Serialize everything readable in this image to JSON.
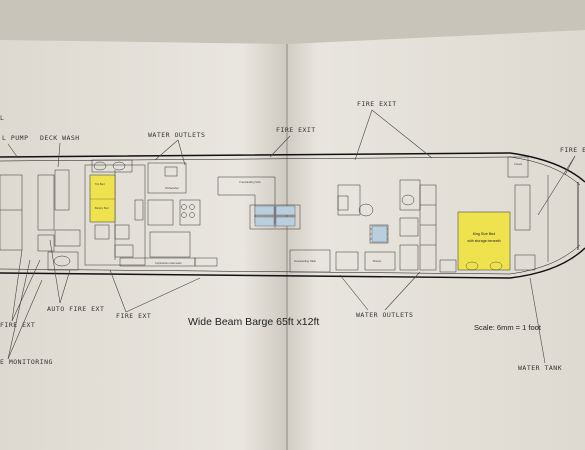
{
  "title": "Wide Beam Barge 65ft x12ft",
  "scale": "Scale: 6mm = 1 foot",
  "plan": {
    "top_bed": "Top Bed",
    "bottom_bed": "Bottom Bed",
    "king_bed": "King Size Bed",
    "king_bed_storage": "with storage beneath",
    "sofa": "Freestanding Sofa",
    "table": "Freestanding Table",
    "shower": "Shower",
    "chest": "Chests",
    "appliance": "Dishwasher",
    "cupboards": "Cupboards underneath"
  },
  "labels": {
    "partial_top": "L",
    "partial_left": "L PUMP",
    "deck_wash": "DECK WASH",
    "water_outlets_left": "WATER OUTLETS",
    "fire_exit_top_left": "FIRE EXIT",
    "fire_exit_top_right": "FIRE EXIT",
    "fire_exit_bow": "FIRE E",
    "auto_fire_ext": "AUTO FIRE EXT",
    "fire_ext_left": "FIRE EXT",
    "fire_ext_center": "FIRE EXT",
    "smoke_monitoring": "E MONITORING",
    "water_outlets_right": "WATER OUTLETS",
    "water_tank": "WATER TANK"
  }
}
